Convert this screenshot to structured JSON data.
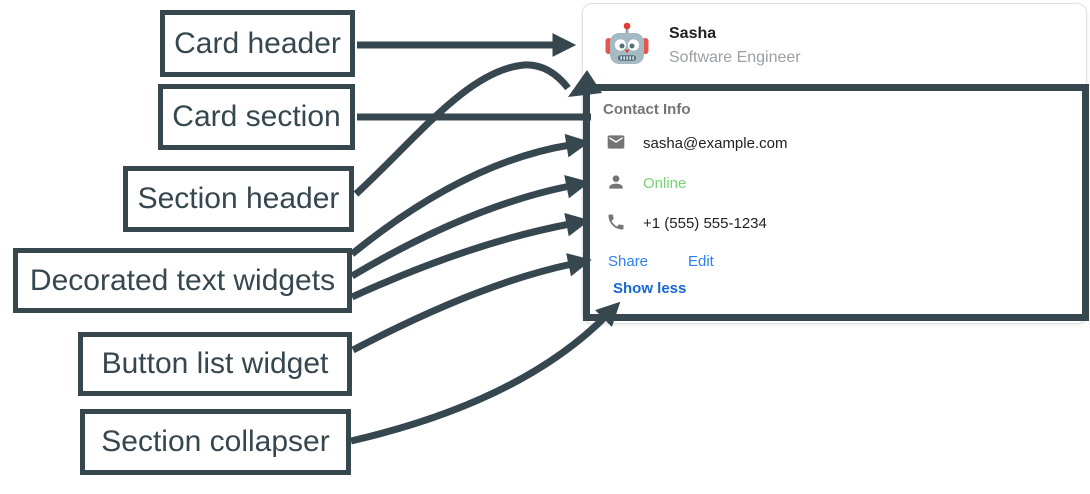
{
  "annotations": [
    {
      "label": "Card header"
    },
    {
      "label": "Card section"
    },
    {
      "label": "Section header"
    },
    {
      "label": "Decorated text widgets"
    },
    {
      "label": "Button list widget"
    },
    {
      "label": "Section collapser"
    }
  ],
  "card": {
    "header": {
      "avatar_icon": "robot-avatar-icon",
      "name": "Sasha",
      "subtitle": "Software Engineer"
    },
    "section": {
      "title": "Contact Info",
      "rows": [
        {
          "icon": "email-icon",
          "text": "sasha@example.com"
        },
        {
          "icon": "person-icon",
          "text": "Online"
        },
        {
          "icon": "phone-icon",
          "text": "+1 (555) 555-1234"
        }
      ],
      "buttons": [
        {
          "label": "Share"
        },
        {
          "label": "Edit"
        }
      ],
      "collapser_label": "Show less"
    }
  },
  "colors": {
    "annotation_slate": "#37474F",
    "link_blue": "#2F80ED",
    "collapser_blue": "#1967D2",
    "online_green": "#76D275",
    "text_primary": "#212121",
    "text_secondary": "#9AA0A6",
    "section_title_gray": "#757575",
    "icon_gray": "#757575",
    "card_border": "#DFE3E8"
  }
}
